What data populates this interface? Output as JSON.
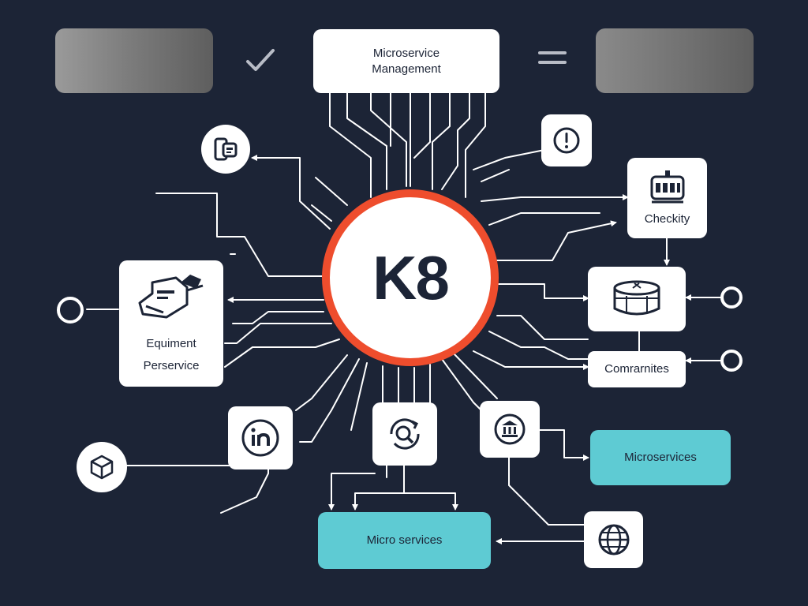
{
  "hub": {
    "label": "K8",
    "ring_color": "#ee4d2d"
  },
  "top_box": {
    "line1": "Microservice",
    "line2": "Management"
  },
  "left_box": {
    "line1": "Equiment",
    "line2": "Perservice"
  },
  "checkity_box": {
    "label": "Checkity"
  },
  "comrarnites_box": {
    "label": "Comrarnites"
  },
  "microservices_box": {
    "label": "Microservices"
  },
  "micro_services_box": {
    "label": "Micro services"
  },
  "colors": {
    "background": "#1c2436",
    "node": "#ffffff",
    "teal": "#5ecbd3",
    "line": "#ffffff"
  },
  "icons": {
    "top_left": "window-panels-icon",
    "top_right": "alert-circle-icon",
    "checkity": "server-rack-icon",
    "database": "database-drum-icon",
    "left": "equipment-icon",
    "linkedin": "linkedin-icon",
    "search": "search-refresh-icon",
    "bank": "bank-icon",
    "globe": "globe-icon",
    "cube": "cube-icon",
    "check": "check-icon",
    "equals": "equals-icon"
  }
}
